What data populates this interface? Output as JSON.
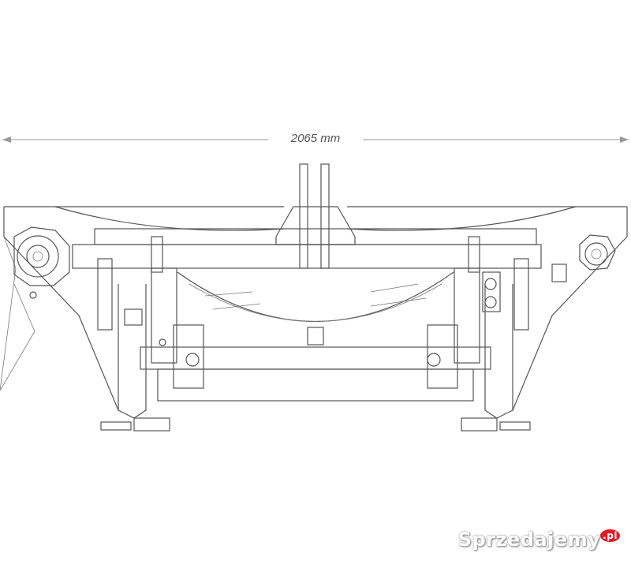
{
  "drawing": {
    "dimension_label": "2065 mm"
  },
  "watermark": {
    "text": "Sprzedajemy",
    "suffix": ".pl"
  },
  "colors": {
    "line": "#555555",
    "dimension_line": "#999999",
    "watermark_accent": "#e31b23"
  }
}
